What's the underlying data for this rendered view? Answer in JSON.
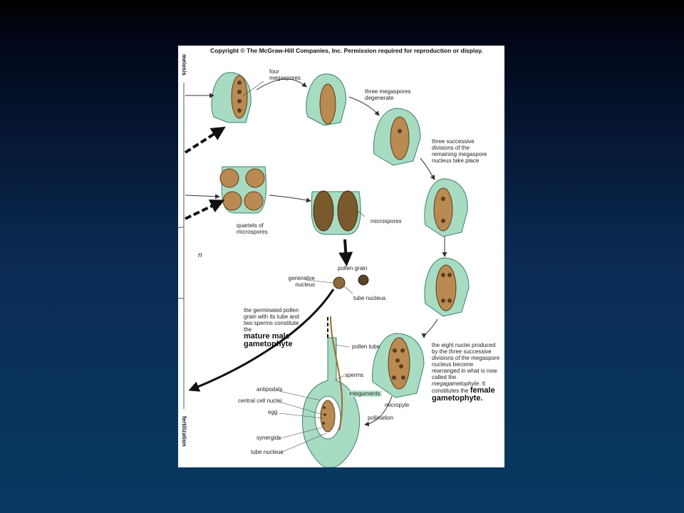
{
  "figure": {
    "copyright": "Copyright © The McGraw-Hill Companies, Inc. Permission required for reproduction or display.",
    "side_labels": {
      "top": "meiosis",
      "bottom": "fertilization",
      "n": "n"
    },
    "labels": {
      "four_megaspores": "four megaspores",
      "three_degenerate": "three megaspores degenerate",
      "three_divisions": "three successive divisions of the remaining megaspore nucleus take place",
      "quartets": "quartets of microspores",
      "microspores": "microspores",
      "pollen_grain": "pollen grain",
      "generative_nucleus": "generative nucleus",
      "tube_nucleus_top": "tube nucleus",
      "germinated_text": "the germinated pollen grain with its tube and two sperms constitute the",
      "mature_male": "mature male gametophyte",
      "pollen_tube": "pollen tube",
      "sperms": "sperms",
      "antipodals": "antipodals",
      "central_cell_nuclei": "central cell nuclei",
      "egg": "egg",
      "synergids": "synergids",
      "tube_nucleus_bottom": "tube nucleus",
      "integuments": "integuments",
      "micropyle": "micropyle",
      "pollination": "pollination",
      "eight_nuclei_text": "the eight nuclei produced by the three successive divisions of the megaspore nucleus become rearranged in what is now called the",
      "megagametophyte": "megagametophyte",
      "it_constitutes": ". It constitutes the",
      "female_gametophyte": "female gametophyte."
    },
    "colors": {
      "tissue": "#a8dcc2",
      "tissue_stroke": "#3d7f66",
      "megaspore": "#b98a52",
      "pollen": "#7a5a2c"
    }
  }
}
